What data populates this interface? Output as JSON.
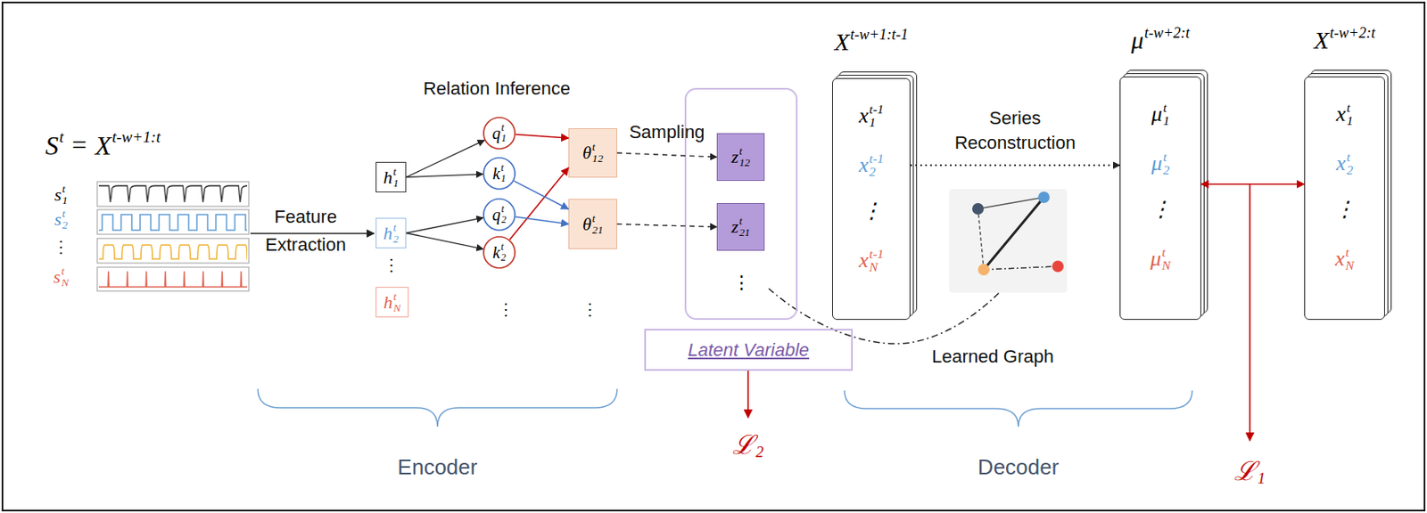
{
  "diagram": {
    "nodes": [
      {
        "text": [
          "h",
          "t",
          "1"
        ]
      },
      {
        "text": [
          "h",
          "t",
          "2"
        ]
      },
      {
        "text": [
          "h",
          "t",
          "N"
        ]
      },
      {
        "text": [
          "q",
          "t",
          "1"
        ]
      },
      {
        "text": [
          "k",
          "t",
          "1"
        ]
      },
      {
        "text": [
          "q",
          "t",
          "2"
        ]
      },
      {
        "text": [
          "k",
          "t",
          "2"
        ]
      },
      {
        "text": [
          "θ",
          "t",
          "12"
        ]
      },
      {
        "text": [
          "θ",
          "t",
          "21"
        ]
      },
      {
        "text": [
          "⋮"
        ]
      },
      {
        "text": [
          "z",
          "t",
          "12"
        ],
        "in": 9
      },
      {
        "text": [
          "z",
          "t",
          "21"
        ],
        "in": 9
      },
      {
        "text": [
          "Latent Variable"
        ]
      },
      {
        "text": [
          "X",
          "t-w+1:t-1",
          "x",
          "t-1",
          "1",
          "x",
          "t-1",
          "2",
          "⋮",
          "x",
          "t-1",
          "N"
        ]
      },
      {
        "text": [
          "μ",
          "t-w+2:t",
          "μ",
          "t",
          "1",
          "μ",
          "t",
          "2",
          "⋮",
          "μ",
          "t",
          "N"
        ]
      },
      {
        "text": [
          "X",
          "t-w+2:t",
          "x",
          "t",
          "1",
          "x",
          "t",
          "2",
          "⋮",
          "x",
          "t",
          "N"
        ]
      }
    ],
    "edges": [
      {
        "from": 0,
        "to": 3,
        "arrow": "to"
      },
      {
        "from": 0,
        "to": 4,
        "arrow": "to"
      },
      {
        "from": 1,
        "to": 5,
        "arrow": "to"
      },
      {
        "from": 1,
        "to": 6,
        "arrow": "to"
      },
      {
        "from": 3,
        "to": 7,
        "arrow": "to"
      },
      {
        "from": 6,
        "to": 7,
        "arrow": "to"
      },
      {
        "from": 4,
        "to": 8,
        "arrow": "to"
      },
      {
        "from": 5,
        "to": 8,
        "arrow": "to"
      },
      {
        "from": 7,
        "to": 10,
        "arrow": "to",
        "label": "Sampling"
      },
      {
        "from": 8,
        "to": 11,
        "arrow": "to"
      },
      {
        "from": 13,
        "to": 14,
        "arrow": "to",
        "label": "Series Reconstruction"
      },
      {
        "from": 14,
        "to": 15,
        "arrow": "both"
      }
    ],
    "labels": [
      "S",
      "t",
      "=",
      "X",
      "t-w+1:t",
      "s",
      "t",
      "1",
      "s",
      "t",
      "2",
      "⋮",
      "s",
      "t",
      "N",
      "Feature Extraction",
      "Relation Inference",
      "⋮",
      "⋮",
      "⋮",
      "Learned Graph",
      "Encoder",
      "Decoder",
      "ℒ",
      "2",
      "ℒ",
      "1"
    ]
  }
}
